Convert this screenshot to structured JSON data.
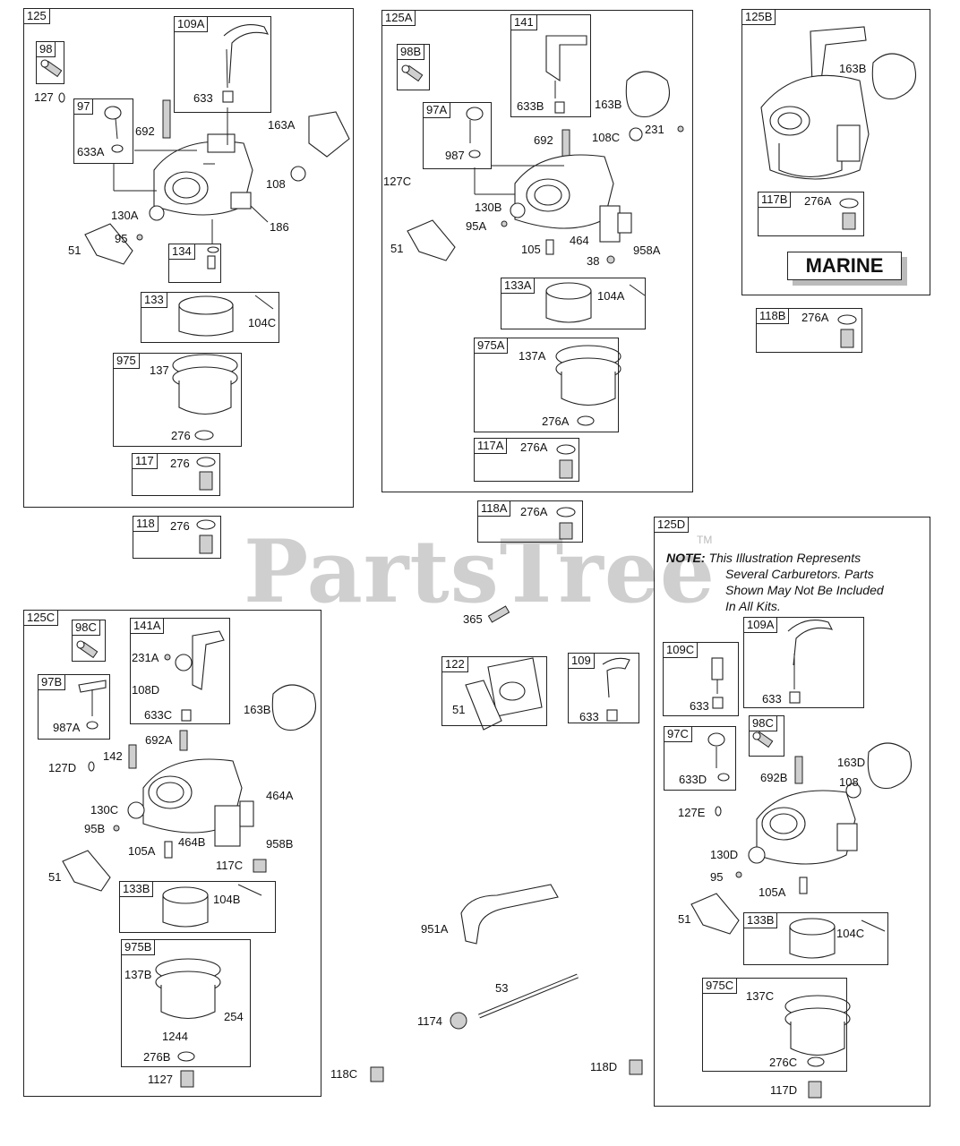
{
  "watermark": "PartsTree",
  "trademark": "TM",
  "marine_label": "MARINE",
  "note": {
    "heading": "NOTE:",
    "lines": [
      "This Illustration Represents",
      "Several Carburetors. Parts",
      "Shown May Not Be Included",
      "In All Kits."
    ]
  },
  "boxes": {
    "b125": "125",
    "b98": "98",
    "b109A": "109A",
    "b97": "97",
    "b134": "134",
    "b133": "133",
    "b975": "975",
    "b117": "117",
    "b118": "118",
    "b125A": "125A",
    "b98B": "98B",
    "b141": "141",
    "b97A": "97A",
    "b133A": "133A",
    "b975A": "975A",
    "b117A": "117A",
    "b118A": "118A",
    "b125B": "125B",
    "b117B": "117B",
    "b118B": "118B",
    "b125C": "125C",
    "b98C": "98C",
    "b141A": "141A",
    "b97B": "97B",
    "b133B": "133B",
    "b975B": "975B",
    "b122": "122",
    "b109": "109",
    "b125D": "125D",
    "b109C": "109C",
    "b109A2": "109A",
    "b97C": "97C",
    "b98C2": "98C",
    "b133B2": "133B",
    "b975C": "975C"
  },
  "labels": {
    "l127": "127",
    "l633": "633",
    "l692": "692",
    "l633A": "633A",
    "l163A": "163A",
    "l108": "108",
    "l130A": "130A",
    "l95": "95",
    "l51": "51",
    "l186": "186",
    "l104C": "104C",
    "l137": "137",
    "l276": "276",
    "l276b": "276",
    "l276c": "276",
    "l633B": "633B",
    "l163B": "163B",
    "l108C": "108C",
    "l231": "231",
    "l692b": "692",
    "l987": "987",
    "l127C": "127C",
    "l130B": "130B",
    "l95A": "95A",
    "l105": "105",
    "l464": "464",
    "l958A": "958A",
    "l38": "38",
    "l51b": "51",
    "l104A": "104A",
    "l137A": "137A",
    "l276A": "276A",
    "l276A2": "276A",
    "l276A3": "276A",
    "l163B2": "163B",
    "l276A4": "276A",
    "l276A5": "276A",
    "l231A": "231A",
    "l108D": "108D",
    "l633C": "633C",
    "l163B3": "163B",
    "l987A": "987A",
    "l692A": "692A",
    "l142": "142",
    "l127D": "127D",
    "l130C": "130C",
    "l95B": "95B",
    "l464A": "464A",
    "l464B": "464B",
    "l958B": "958B",
    "l105A": "105A",
    "l117C": "117C",
    "l51c": "51",
    "l104B": "104B",
    "l137B": "137B",
    "l254": "254",
    "l1244": "1244",
    "l276B": "276B",
    "l1127": "1127",
    "l118C": "118C",
    "l365": "365",
    "l51d": "51",
    "l633d": "633",
    "l951A": "951A",
    "l53": "53",
    "l1174": "1174",
    "l118D": "118D",
    "l633e": "633",
    "l633f": "633",
    "l633D": "633D",
    "l692B": "692B",
    "l163D": "163D",
    "l108e": "108",
    "l127E": "127E",
    "l130D": "130D",
    "l95c": "95",
    "l105Ab": "105A",
    "l51e": "51",
    "l104Cb": "104C",
    "l137C": "137C",
    "l276C": "276C",
    "l117D": "117D"
  }
}
